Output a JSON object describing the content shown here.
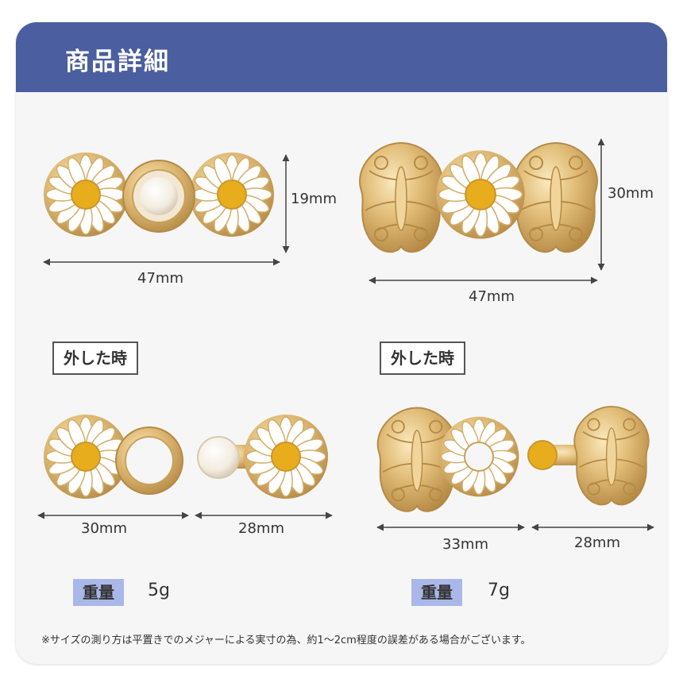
{
  "header": {
    "title": "商品詳細"
  },
  "colors": {
    "header_bg": "#4b5e9f",
    "card_bg": "#f6f6f6",
    "weight_badge_bg": "#a9b8e8",
    "gold": "#e2c07e",
    "daisy_center": "#e8ad1c"
  },
  "products": [
    {
      "assembled": {
        "height": "19mm",
        "width": "47mm"
      },
      "state_label": "外した時",
      "parts": {
        "left_width": "30mm",
        "right_width": "28mm"
      },
      "weight_label": "重量",
      "weight_value": "5g"
    },
    {
      "assembled": {
        "height": "30mm",
        "width": "47mm"
      },
      "state_label": "外した時",
      "parts": {
        "left_width": "33mm",
        "right_width": "28mm"
      },
      "weight_label": "重量",
      "weight_value": "7g"
    }
  ],
  "footnote": "※サイズの測り方は平置きでのメジャーによる実寸の為、約1〜2cm程度の誤差がある場合がございます。"
}
